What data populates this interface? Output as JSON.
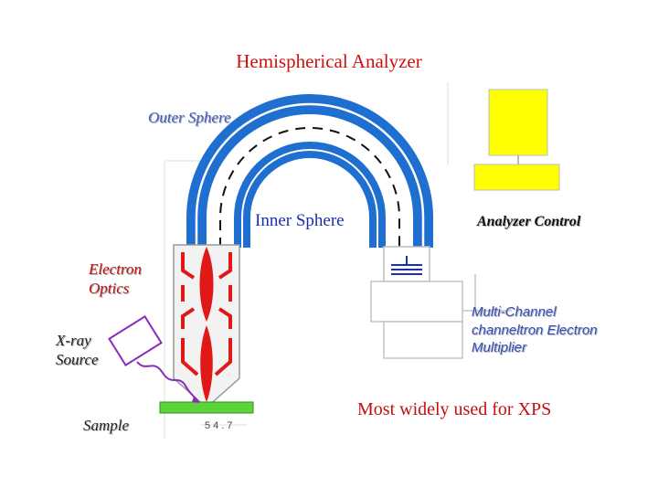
{
  "title": "Hemispherical Analyzer",
  "labels": {
    "outer_sphere": "Outer Sphere",
    "inner_sphere": "Inner Sphere",
    "analyzer_control": "Analyzer Control",
    "electron_optics_line1": "Electron",
    "electron_optics_line2": "Optics",
    "xray_source_line1": "X-ray",
    "xray_source_line2": "Source",
    "sample": "Sample",
    "angle": "54.7",
    "multichannel_line1": "Multi-Channel",
    "multichannel_line2": "channeltron Electron",
    "multichannel_line3": "Multiplier",
    "caption": "Most widely used for XPS"
  },
  "colors": {
    "sphere_blue": "#1f6fd0",
    "lens_red": "#e01818",
    "control_yellow": "#ffff00",
    "sample_green": "#5bd33a",
    "source_purple": "#8a2bb8",
    "title_red": "#cc1111"
  }
}
